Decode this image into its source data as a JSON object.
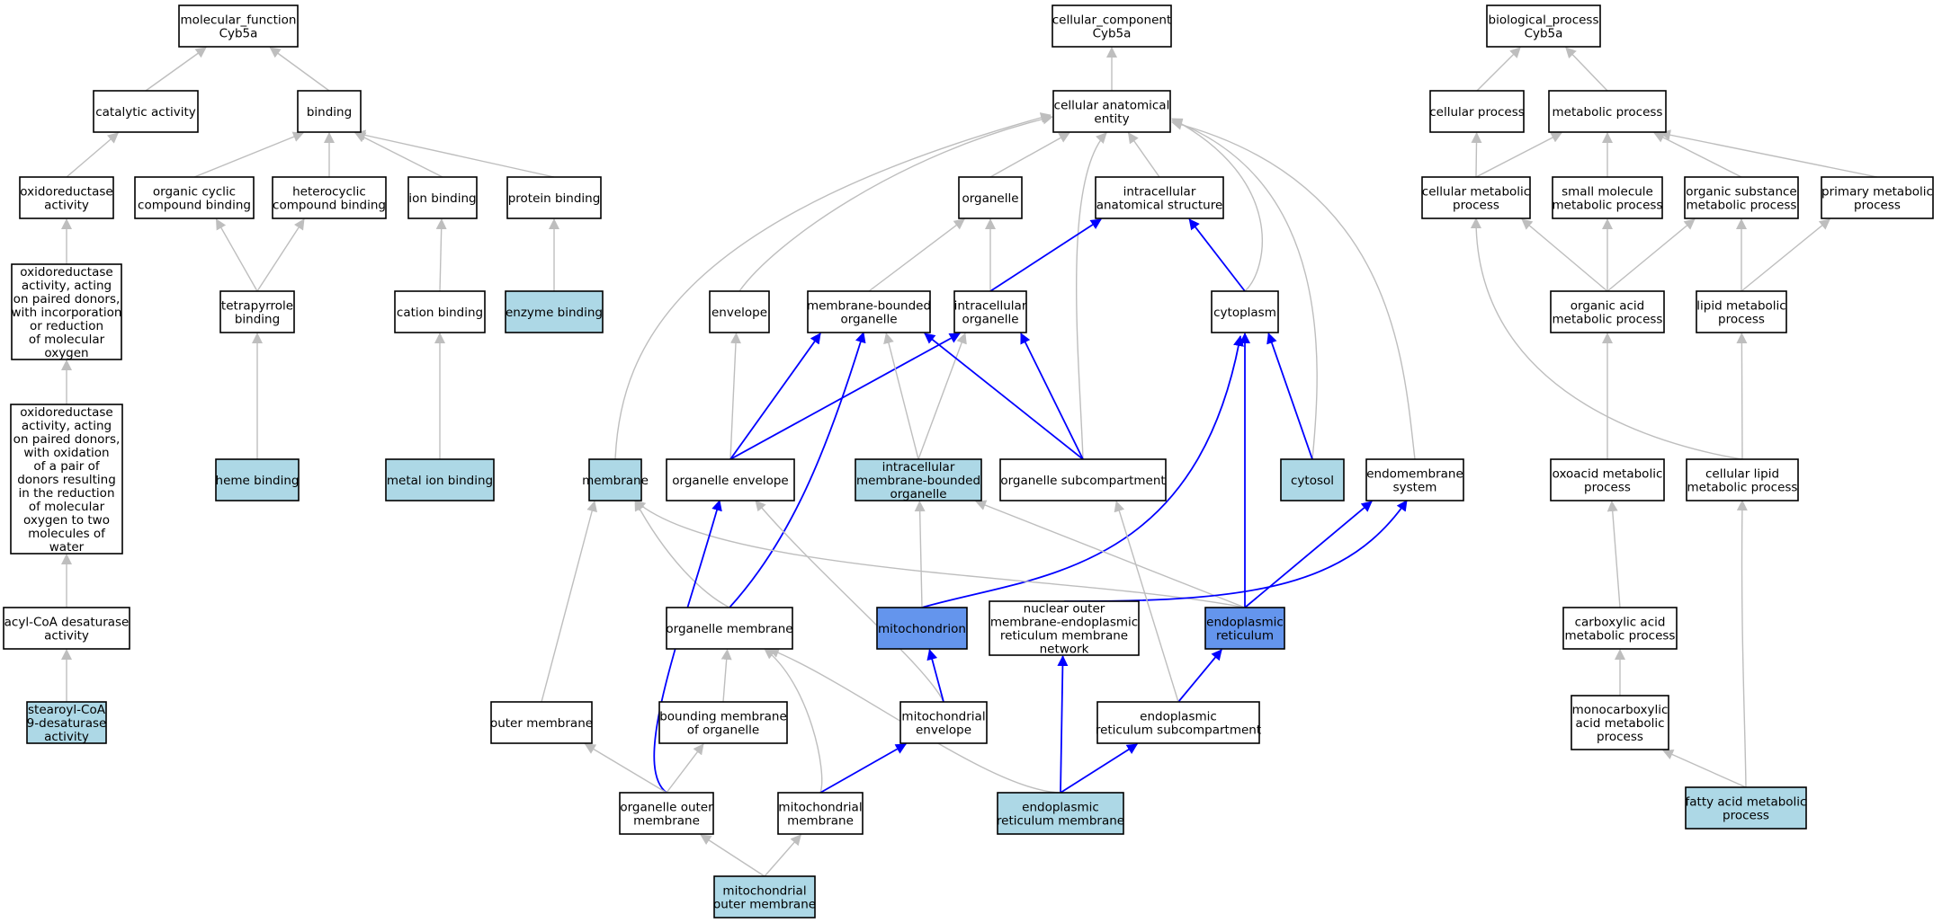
{
  "palette": {
    "default_fill": "#ffffff",
    "annotated_fill": "#add8e6",
    "highlight_fill": "#6495ed",
    "edge_gray": "#bebebe",
    "edge_blue": "#0000ff"
  },
  "nodes": [
    {
      "id": "mf_root",
      "lines": [
        "molecular_function",
        "Cyb5a"
      ],
      "fill": "default"
    },
    {
      "id": "catalytic",
      "lines": [
        "catalytic activity"
      ],
      "fill": "default"
    },
    {
      "id": "binding",
      "lines": [
        "binding"
      ],
      "fill": "default"
    },
    {
      "id": "oxido",
      "lines": [
        "oxidoreductase",
        "activity"
      ],
      "fill": "default"
    },
    {
      "id": "org_cyclic",
      "lines": [
        "organic cyclic",
        "compound binding"
      ],
      "fill": "default"
    },
    {
      "id": "hetero",
      "lines": [
        "heterocyclic",
        "compound binding"
      ],
      "fill": "default"
    },
    {
      "id": "ion_binding",
      "lines": [
        "ion binding"
      ],
      "fill": "default"
    },
    {
      "id": "protein_binding",
      "lines": [
        "protein binding"
      ],
      "fill": "default"
    },
    {
      "id": "oxido_paired",
      "lines": [
        "oxidoreductase",
        "activity, acting",
        "on paired donors,",
        "with incorporation",
        "or reduction",
        "of molecular",
        "oxygen"
      ],
      "fill": "default"
    },
    {
      "id": "tetrapyrrole",
      "lines": [
        "tetrapyrrole",
        "binding"
      ],
      "fill": "default"
    },
    {
      "id": "cation",
      "lines": [
        "cation binding"
      ],
      "fill": "default"
    },
    {
      "id": "enzyme",
      "lines": [
        "enzyme binding"
      ],
      "fill": "annotated"
    },
    {
      "id": "oxido_pair",
      "lines": [
        "oxidoreductase",
        "activity, acting",
        "on paired donors,",
        "with oxidation",
        "of a pair of",
        "donors resulting",
        "in the reduction",
        "of molecular",
        "oxygen to two",
        "molecules of",
        "water"
      ],
      "fill": "default"
    },
    {
      "id": "heme",
      "lines": [
        "heme binding"
      ],
      "fill": "annotated"
    },
    {
      "id": "metal_ion",
      "lines": [
        "metal ion binding"
      ],
      "fill": "annotated"
    },
    {
      "id": "acyl",
      "lines": [
        "acyl-CoA desaturase",
        "activity"
      ],
      "fill": "default"
    },
    {
      "id": "stearoyl",
      "lines": [
        "stearoyl-CoA",
        "9-desaturase",
        "activity"
      ],
      "fill": "annotated"
    },
    {
      "id": "cc_root",
      "lines": [
        "cellular_component",
        "Cyb5a"
      ],
      "fill": "default"
    },
    {
      "id": "cae",
      "lines": [
        "cellular anatomical",
        "entity"
      ],
      "fill": "default"
    },
    {
      "id": "organelle",
      "lines": [
        "organelle"
      ],
      "fill": "default"
    },
    {
      "id": "intra_anat",
      "lines": [
        "intracellular",
        "anatomical structure"
      ],
      "fill": "default"
    },
    {
      "id": "envelope",
      "lines": [
        "envelope"
      ],
      "fill": "default"
    },
    {
      "id": "mb_org",
      "lines": [
        "membrane-bounded",
        "organelle"
      ],
      "fill": "default"
    },
    {
      "id": "intra_org",
      "lines": [
        "intracellular",
        "organelle"
      ],
      "fill": "default"
    },
    {
      "id": "cytoplasm",
      "lines": [
        "cytoplasm"
      ],
      "fill": "default"
    },
    {
      "id": "membrane",
      "lines": [
        "membrane"
      ],
      "fill": "annotated"
    },
    {
      "id": "org_env",
      "lines": [
        "organelle envelope"
      ],
      "fill": "default"
    },
    {
      "id": "imbo",
      "lines": [
        "intracellular",
        "membrane-bounded",
        "organelle"
      ],
      "fill": "annotated"
    },
    {
      "id": "org_subcomp",
      "lines": [
        "organelle subcompartment"
      ],
      "fill": "default"
    },
    {
      "id": "cytosol",
      "lines": [
        "cytosol"
      ],
      "fill": "annotated"
    },
    {
      "id": "endomem",
      "lines": [
        "endomembrane",
        "system"
      ],
      "fill": "default"
    },
    {
      "id": "org_mem",
      "lines": [
        "organelle membrane"
      ],
      "fill": "default"
    },
    {
      "id": "mito",
      "lines": [
        "mitochondrion"
      ],
      "fill": "highlight"
    },
    {
      "id": "nuc_outer",
      "lines": [
        "nuclear outer",
        "membrane-endoplasmic",
        "reticulum membrane",
        "network"
      ],
      "fill": "default"
    },
    {
      "id": "er",
      "lines": [
        "endoplasmic",
        "reticulum"
      ],
      "fill": "highlight"
    },
    {
      "id": "outer_mem",
      "lines": [
        "outer membrane"
      ],
      "fill": "default"
    },
    {
      "id": "bounding",
      "lines": [
        "bounding membrane",
        "of organelle"
      ],
      "fill": "default"
    },
    {
      "id": "mito_env",
      "lines": [
        "mitochondrial",
        "envelope"
      ],
      "fill": "default"
    },
    {
      "id": "er_subcomp",
      "lines": [
        "endoplasmic",
        "reticulum subcompartment"
      ],
      "fill": "default"
    },
    {
      "id": "org_outer",
      "lines": [
        "organelle outer",
        "membrane"
      ],
      "fill": "default"
    },
    {
      "id": "mito_mem",
      "lines": [
        "mitochondrial",
        "membrane"
      ],
      "fill": "default"
    },
    {
      "id": "er_mem",
      "lines": [
        "endoplasmic",
        "reticulum membrane"
      ],
      "fill": "annotated"
    },
    {
      "id": "mito_outer",
      "lines": [
        "mitochondrial",
        "outer membrane"
      ],
      "fill": "annotated"
    },
    {
      "id": "bp_root",
      "lines": [
        "biological_process",
        "Cyb5a"
      ],
      "fill": "default"
    },
    {
      "id": "cell_proc",
      "lines": [
        "cellular process"
      ],
      "fill": "default"
    },
    {
      "id": "met_proc",
      "lines": [
        "metabolic process"
      ],
      "fill": "default"
    },
    {
      "id": "cell_met",
      "lines": [
        "cellular metabolic",
        "process"
      ],
      "fill": "default"
    },
    {
      "id": "small_mol",
      "lines": [
        "small molecule",
        "metabolic process"
      ],
      "fill": "default"
    },
    {
      "id": "org_sub",
      "lines": [
        "organic substance",
        "metabolic process"
      ],
      "fill": "default"
    },
    {
      "id": "primary",
      "lines": [
        "primary metabolic",
        "process"
      ],
      "fill": "default"
    },
    {
      "id": "org_acid",
      "lines": [
        "organic acid",
        "metabolic process"
      ],
      "fill": "default"
    },
    {
      "id": "lipid",
      "lines": [
        "lipid metabolic",
        "process"
      ],
      "fill": "default"
    },
    {
      "id": "oxoacid",
      "lines": [
        "oxoacid metabolic",
        "process"
      ],
      "fill": "default"
    },
    {
      "id": "cell_lipid",
      "lines": [
        "cellular lipid",
        "metabolic process"
      ],
      "fill": "default"
    },
    {
      "id": "carbox",
      "lines": [
        "carboxylic acid",
        "metabolic process"
      ],
      "fill": "default"
    },
    {
      "id": "monocarb",
      "lines": [
        "monocarboxylic",
        "acid metabolic",
        "process"
      ],
      "fill": "default"
    },
    {
      "id": "fatty",
      "lines": [
        "fatty acid metabolic",
        "process"
      ],
      "fill": "annotated"
    }
  ],
  "edges": [
    {
      "from": "catalytic",
      "to": "mf_root",
      "kind": "gray"
    },
    {
      "from": "binding",
      "to": "mf_root",
      "kind": "gray"
    },
    {
      "from": "oxido",
      "to": "catalytic",
      "kind": "gray"
    },
    {
      "from": "org_cyclic",
      "to": "binding",
      "kind": "gray"
    },
    {
      "from": "hetero",
      "to": "binding",
      "kind": "gray"
    },
    {
      "from": "ion_binding",
      "to": "binding",
      "kind": "gray"
    },
    {
      "from": "protein_binding",
      "to": "binding",
      "kind": "gray"
    },
    {
      "from": "oxido_paired",
      "to": "oxido",
      "kind": "gray"
    },
    {
      "from": "tetrapyrrole",
      "to": "org_cyclic",
      "kind": "gray"
    },
    {
      "from": "tetrapyrrole",
      "to": "hetero",
      "kind": "gray"
    },
    {
      "from": "cation",
      "to": "ion_binding",
      "kind": "gray"
    },
    {
      "from": "enzyme",
      "to": "protein_binding",
      "kind": "gray"
    },
    {
      "from": "oxido_pair",
      "to": "oxido_paired",
      "kind": "gray"
    },
    {
      "from": "heme",
      "to": "tetrapyrrole",
      "kind": "gray"
    },
    {
      "from": "metal_ion",
      "to": "cation",
      "kind": "gray"
    },
    {
      "from": "acyl",
      "to": "oxido_pair",
      "kind": "gray"
    },
    {
      "from": "stearoyl",
      "to": "acyl",
      "kind": "gray"
    },
    {
      "from": "cae",
      "to": "cc_root",
      "kind": "gray"
    },
    {
      "from": "organelle",
      "to": "cae",
      "kind": "gray"
    },
    {
      "from": "intra_anat",
      "to": "cae",
      "kind": "gray"
    },
    {
      "from": "envelope",
      "to": "cae",
      "kind": "gray"
    },
    {
      "from": "membrane",
      "to": "cae",
      "kind": "gray"
    },
    {
      "from": "cytoplasm",
      "to": "cae",
      "kind": "gray"
    },
    {
      "from": "org_subcomp",
      "to": "cae",
      "kind": "gray"
    },
    {
      "from": "cytosol",
      "to": "cae",
      "kind": "gray"
    },
    {
      "from": "endomem",
      "to": "cae",
      "kind": "gray"
    },
    {
      "from": "mb_org",
      "to": "organelle",
      "kind": "gray"
    },
    {
      "from": "intra_org",
      "to": "organelle",
      "kind": "gray"
    },
    {
      "from": "intra_org",
      "to": "intra_anat",
      "kind": "blue"
    },
    {
      "from": "cytoplasm",
      "to": "intra_anat",
      "kind": "blue"
    },
    {
      "from": "org_env",
      "to": "envelope",
      "kind": "gray"
    },
    {
      "from": "org_env",
      "to": "mb_org",
      "kind": "blue"
    },
    {
      "from": "org_env",
      "to": "intra_org",
      "kind": "blue"
    },
    {
      "from": "imbo",
      "to": "mb_org",
      "kind": "gray"
    },
    {
      "from": "imbo",
      "to": "intra_org",
      "kind": "gray"
    },
    {
      "from": "org_subcomp",
      "to": "mb_org",
      "kind": "blue"
    },
    {
      "from": "org_subcomp",
      "to": "intra_org",
      "kind": "blue"
    },
    {
      "from": "org_mem",
      "to": "mb_org",
      "kind": "blue"
    },
    {
      "from": "cytosol",
      "to": "cytoplasm",
      "kind": "blue"
    },
    {
      "from": "mito",
      "to": "cytoplasm",
      "kind": "blue"
    },
    {
      "from": "er",
      "to": "cytoplasm",
      "kind": "blue"
    },
    {
      "from": "mito",
      "to": "imbo",
      "kind": "gray"
    },
    {
      "from": "er",
      "to": "imbo",
      "kind": "gray"
    },
    {
      "from": "er",
      "to": "membrane",
      "kind": "gray"
    },
    {
      "from": "org_mem",
      "to": "membrane",
      "kind": "gray"
    },
    {
      "from": "outer_mem",
      "to": "membrane",
      "kind": "gray"
    },
    {
      "from": "nuc_outer",
      "to": "endomem",
      "kind": "blue"
    },
    {
      "from": "er",
      "to": "endomem",
      "kind": "blue"
    },
    {
      "from": "mito_env",
      "to": "org_env",
      "kind": "gray"
    },
    {
      "from": "org_outer",
      "to": "org_env",
      "kind": "blue"
    },
    {
      "from": "mito_env",
      "to": "mito",
      "kind": "blue"
    },
    {
      "from": "er_subcomp",
      "to": "er",
      "kind": "blue"
    },
    {
      "from": "er_subcomp",
      "to": "org_subcomp",
      "kind": "gray"
    },
    {
      "from": "er_mem",
      "to": "nuc_outer",
      "kind": "blue"
    },
    {
      "from": "er_mem",
      "to": "er_subcomp",
      "kind": "blue"
    },
    {
      "from": "bounding",
      "to": "org_mem",
      "kind": "gray"
    },
    {
      "from": "mito_mem",
      "to": "org_mem",
      "kind": "gray"
    },
    {
      "from": "er_mem",
      "to": "org_mem",
      "kind": "gray"
    },
    {
      "from": "mito_mem",
      "to": "mito_env",
      "kind": "blue"
    },
    {
      "from": "org_outer",
      "to": "outer_mem",
      "kind": "gray"
    },
    {
      "from": "org_outer",
      "to": "bounding",
      "kind": "gray"
    },
    {
      "from": "mito_outer",
      "to": "org_outer",
      "kind": "gray"
    },
    {
      "from": "mito_outer",
      "to": "mito_mem",
      "kind": "gray"
    },
    {
      "from": "cell_proc",
      "to": "bp_root",
      "kind": "gray"
    },
    {
      "from": "met_proc",
      "to": "bp_root",
      "kind": "gray"
    },
    {
      "from": "cell_met",
      "to": "cell_proc",
      "kind": "gray"
    },
    {
      "from": "cell_met",
      "to": "met_proc",
      "kind": "gray"
    },
    {
      "from": "small_mol",
      "to": "met_proc",
      "kind": "gray"
    },
    {
      "from": "org_sub",
      "to": "met_proc",
      "kind": "gray"
    },
    {
      "from": "primary",
      "to": "met_proc",
      "kind": "gray"
    },
    {
      "from": "org_acid",
      "to": "cell_met",
      "kind": "gray"
    },
    {
      "from": "org_acid",
      "to": "small_mol",
      "kind": "gray"
    },
    {
      "from": "org_acid",
      "to": "org_sub",
      "kind": "gray"
    },
    {
      "from": "lipid",
      "to": "org_sub",
      "kind": "gray"
    },
    {
      "from": "lipid",
      "to": "primary",
      "kind": "gray"
    },
    {
      "from": "oxoacid",
      "to": "org_acid",
      "kind": "gray"
    },
    {
      "from": "cell_lipid",
      "to": "lipid",
      "kind": "gray"
    },
    {
      "from": "cell_lipid",
      "to": "cell_met",
      "kind": "gray"
    },
    {
      "from": "carbox",
      "to": "oxoacid",
      "kind": "gray"
    },
    {
      "from": "monocarb",
      "to": "carbox",
      "kind": "gray"
    },
    {
      "from": "fatty",
      "to": "monocarb",
      "kind": "gray"
    },
    {
      "from": "fatty",
      "to": "cell_lipid",
      "kind": "gray"
    }
  ]
}
